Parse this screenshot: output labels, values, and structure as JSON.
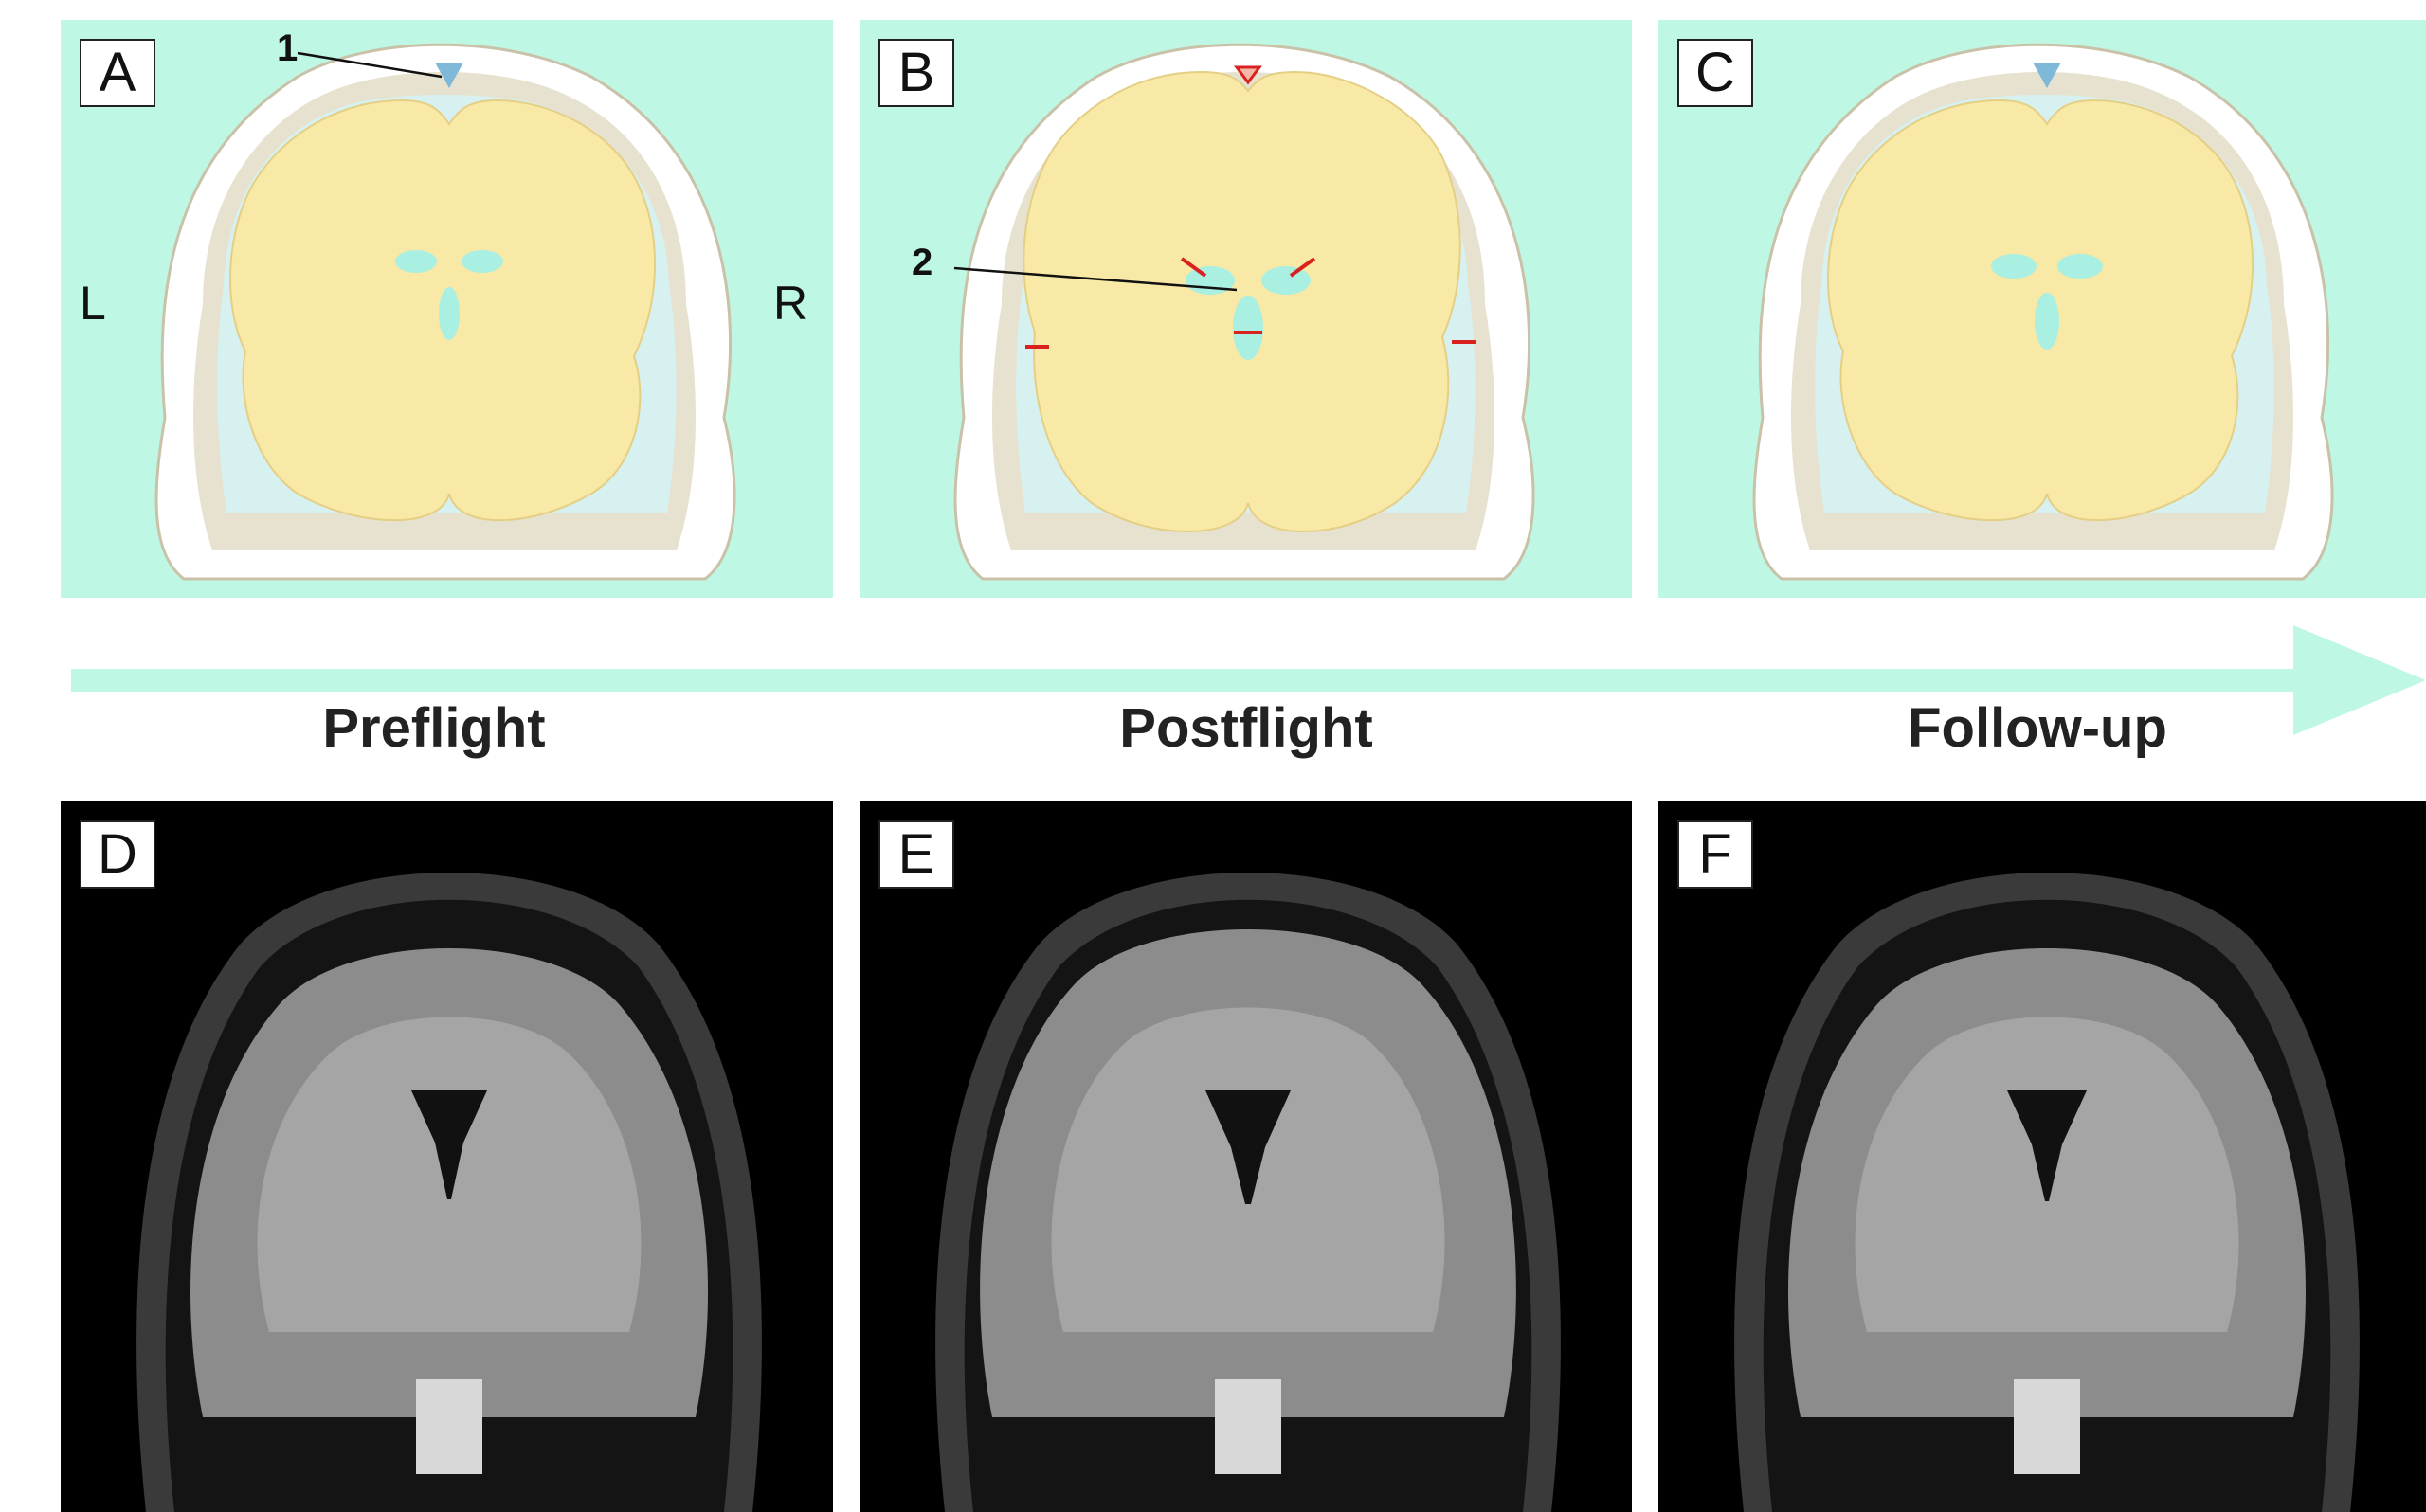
{
  "panels": {
    "a": {
      "letter": "A"
    },
    "b": {
      "letter": "B"
    },
    "c": {
      "letter": "C"
    },
    "d": {
      "letter": "D"
    },
    "e": {
      "letter": "E"
    },
    "f": {
      "letter": "F"
    }
  },
  "side_labels": {
    "left": "L",
    "right": "R"
  },
  "callouts": {
    "one": "1",
    "two": "2"
  },
  "timeline": {
    "stages": [
      "Preflight",
      "Postflight",
      "Follow-up"
    ]
  },
  "colors": {
    "panel_background": "#bff7e5",
    "brain": "#f8e9a6",
    "csf": "#d7f1f1",
    "ventricle": "#a9efe2",
    "skull": "#ffffff",
    "bone_shadow": "#d9d6c0",
    "arrow": "#bff7e5",
    "red_arrows": "#d9221f",
    "mri_background": "#000000"
  }
}
